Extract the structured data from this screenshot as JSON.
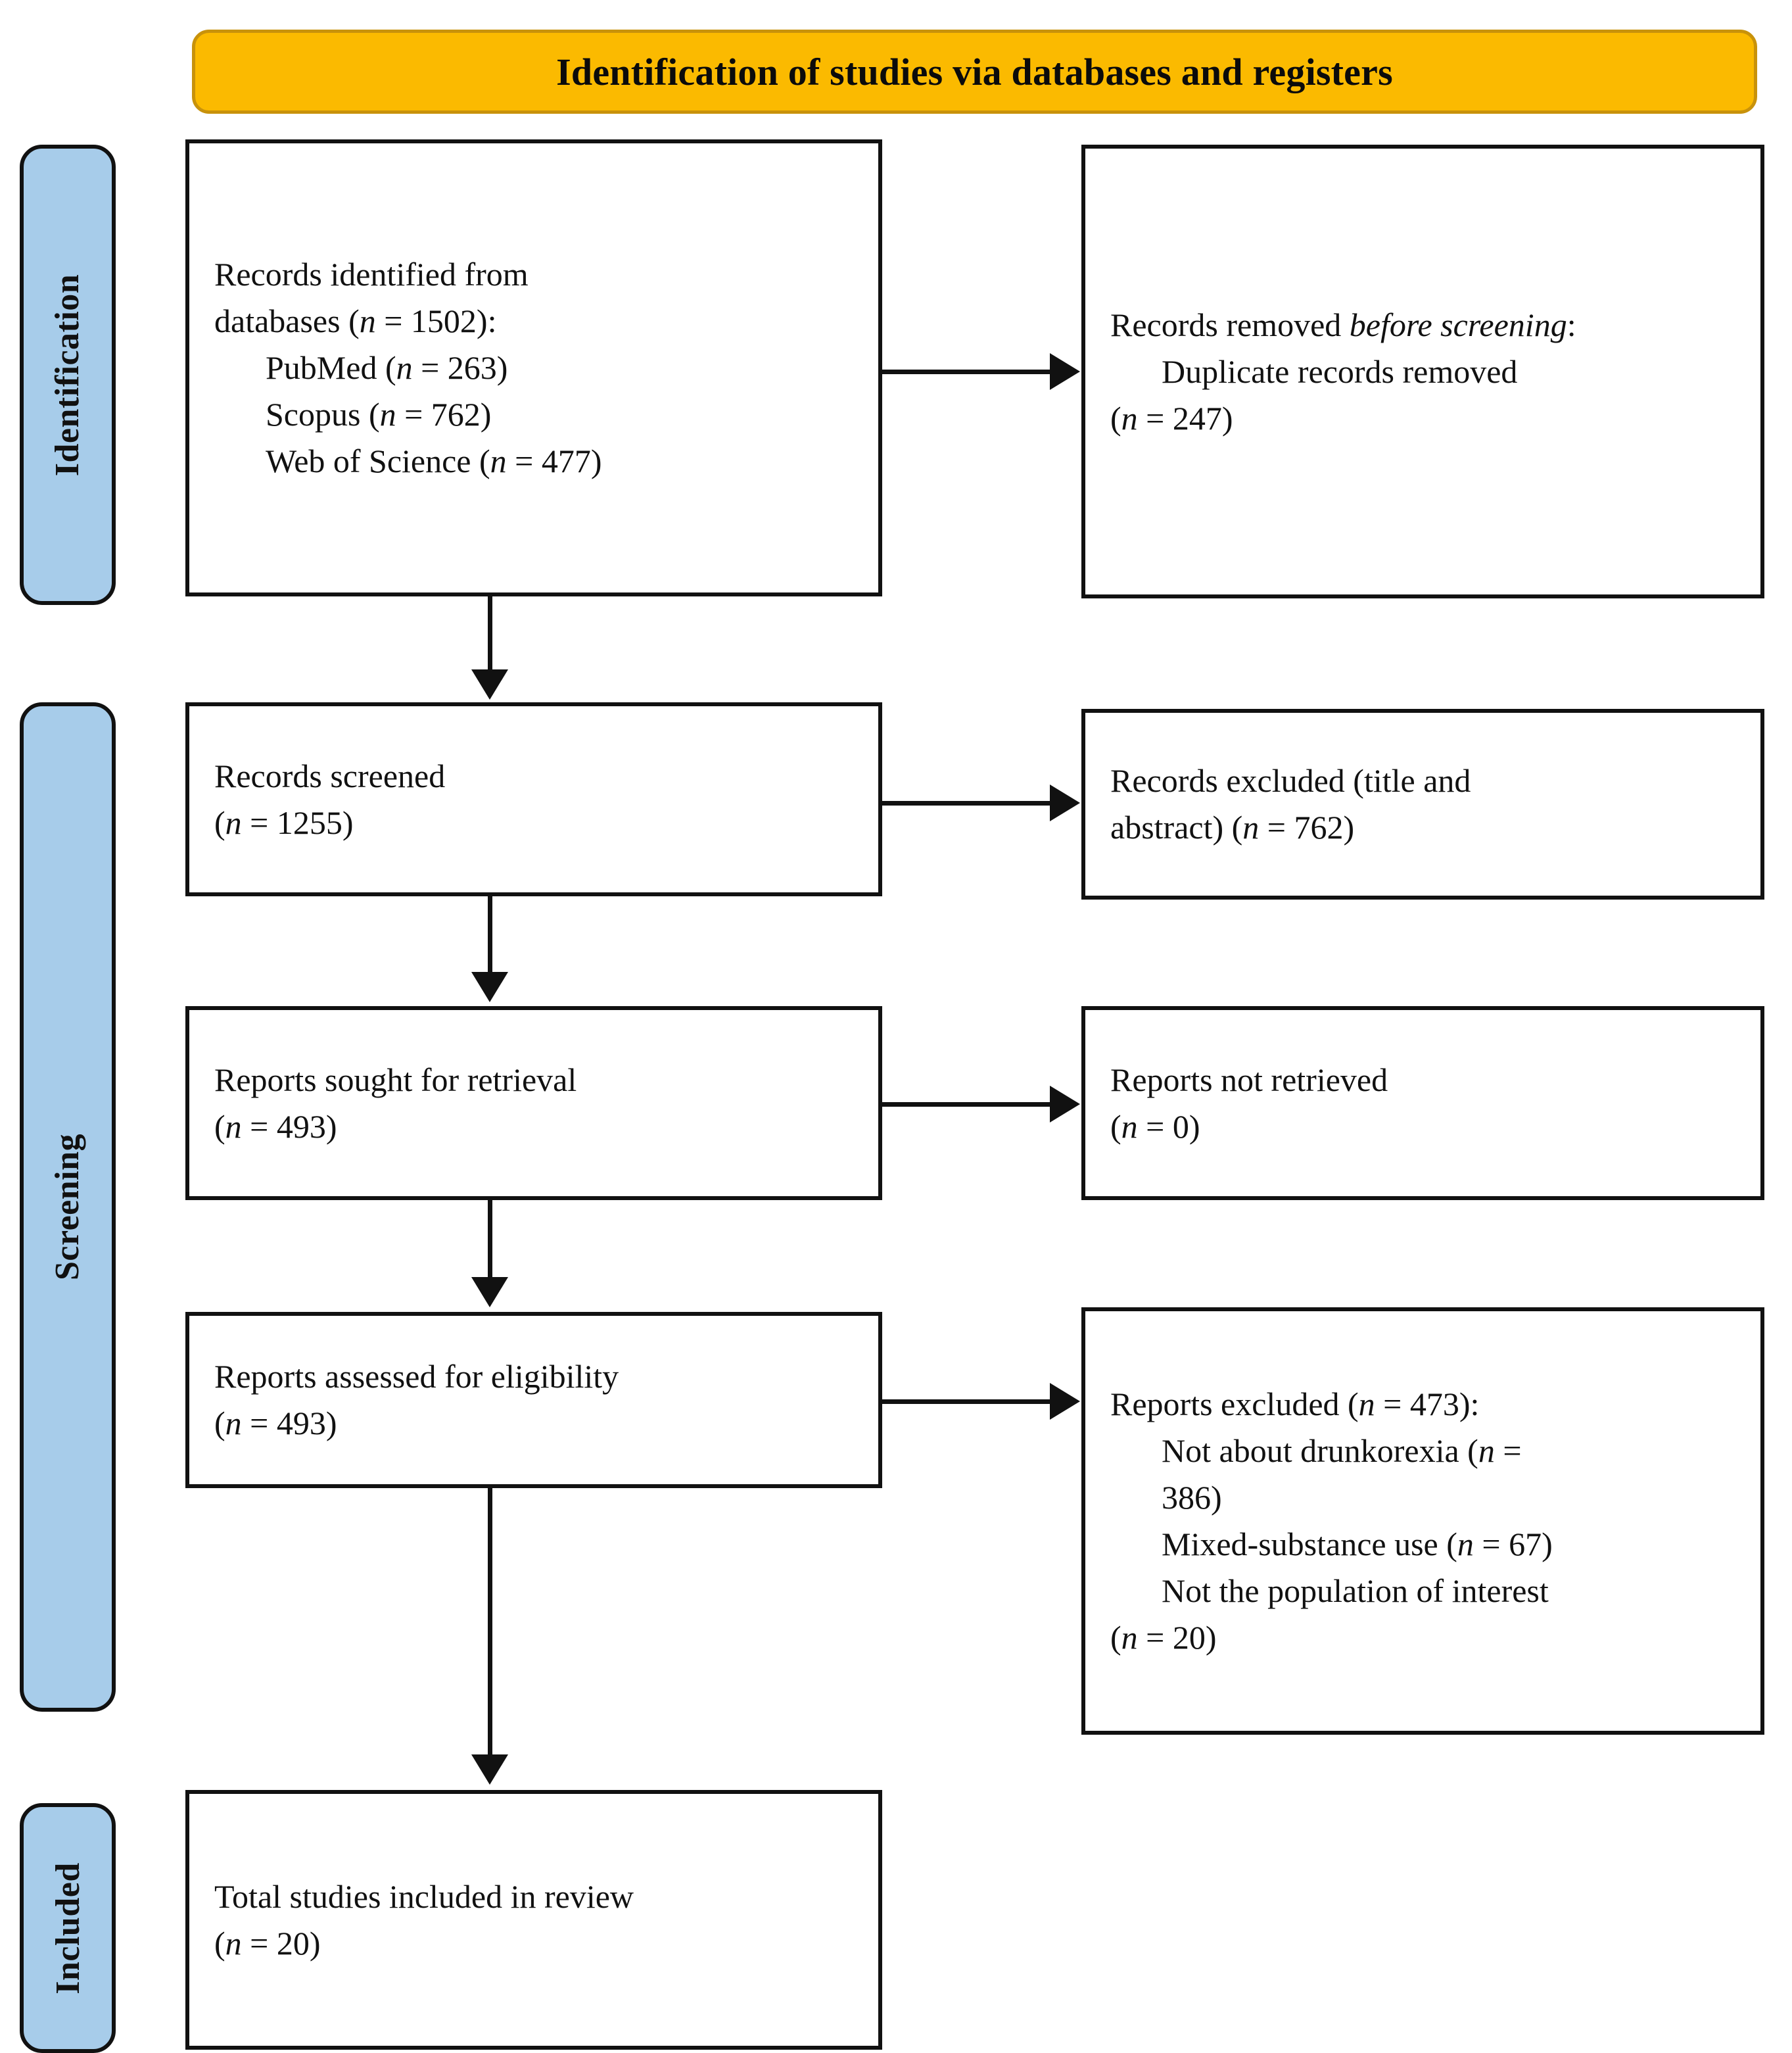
{
  "banner": {
    "title": "Identification of studies via databases and registers"
  },
  "stage_labels": {
    "identification": "Identification",
    "screening": "Screening",
    "included": "Included"
  },
  "boxes": {
    "identified": {
      "line1": "Records identified from",
      "line2_prefix": "databases (",
      "line2_n": "n",
      "line2_suffix": " = 1502):",
      "sources": [
        {
          "name": "PubMed (",
          "n": "n",
          "value": " = 263)"
        },
        {
          "name": "Scopus (",
          "n": "n",
          "value": " = 762)"
        },
        {
          "name": "Web of Science (",
          "n": "n",
          "value": " = 477)"
        }
      ]
    },
    "removed": {
      "line1_prefix": "Records removed ",
      "line1_italic": "before screening",
      "line1_suffix": ":",
      "line2": "Duplicate records removed",
      "line3_prefix": "(",
      "line3_n": "n",
      "line3_suffix": " = 247)"
    },
    "screened": {
      "line1": "Records screened",
      "line2_prefix": "(",
      "line2_n": "n",
      "line2_suffix": " = 1255)"
    },
    "excluded_screening": {
      "line1": "Records excluded (title and",
      "line2_prefix": "abstract) (",
      "line2_n": "n",
      "line2_suffix": " = 762)"
    },
    "sought": {
      "line1": "Reports sought for retrieval",
      "line2_prefix": "(",
      "line2_n": "n",
      "line2_suffix": " = 493)"
    },
    "not_retrieved": {
      "line1": "Reports not retrieved",
      "line2_prefix": "(",
      "line2_n": "n",
      "line2_suffix": " = 0)"
    },
    "eligibility": {
      "line1": "Reports assessed for eligibility",
      "line2_prefix": "(",
      "line2_n": "n",
      "line2_suffix": " = 493)"
    },
    "excluded_reports": {
      "line1_prefix": "Reports excluded (",
      "line1_n": "n",
      "line1_suffix": " = 473):",
      "reason1_a": "Not about drunkorexia (",
      "reason1_n": "n",
      "reason1_b": " =",
      "reason1_c": "386)",
      "reason2_a": "Mixed-substance use (",
      "reason2_n": "n",
      "reason2_b": " = 67)",
      "reason3_a": "Not the population of interest",
      "reason3_b_prefix": "(",
      "reason3_n": "n",
      "reason3_b_suffix": " = 20)"
    },
    "included": {
      "line1": "Total studies included in review",
      "line2_prefix": "(",
      "line2_n": "n",
      "line2_suffix": " = 20)"
    }
  },
  "colors": {
    "banner_fill": "#FBBA00",
    "banner_border": "#C8920B",
    "stage_label_fill": "#A7CCEA",
    "outline": "#111111"
  }
}
